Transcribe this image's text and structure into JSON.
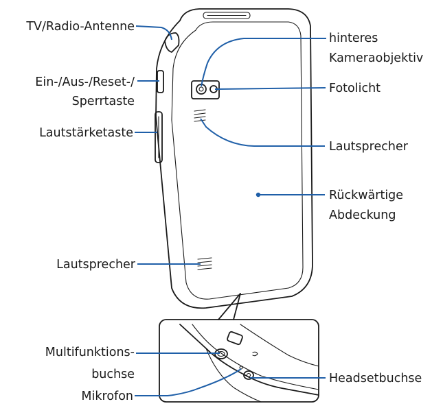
{
  "labels": {
    "tv_radio_antenna": "TV/Radio-Antenne",
    "power_key_line1": "Ein-/Aus-/Reset-/",
    "power_key_line2": "Sperrtaste",
    "volume_key": "Lautstärketaste",
    "speaker_bottom": "Lautsprecher",
    "multifunction_jack_line1": "Multifunktions-",
    "multifunction_jack_line2": "buchse",
    "microphone": "Mikrofon",
    "rear_camera_line1": "hinteres",
    "rear_camera_line2": "Kameraobjektiv",
    "flash": "Fotolicht",
    "speaker_top": "Lautsprecher",
    "back_cover_line1": "Rückwärtige",
    "back_cover_line2": "Abdeckung",
    "headset_jack": "Headsetbuchse"
  },
  "colors": {
    "callout": "#1f5fa8",
    "outline": "#1a1a1a",
    "background": "#ffffff"
  }
}
